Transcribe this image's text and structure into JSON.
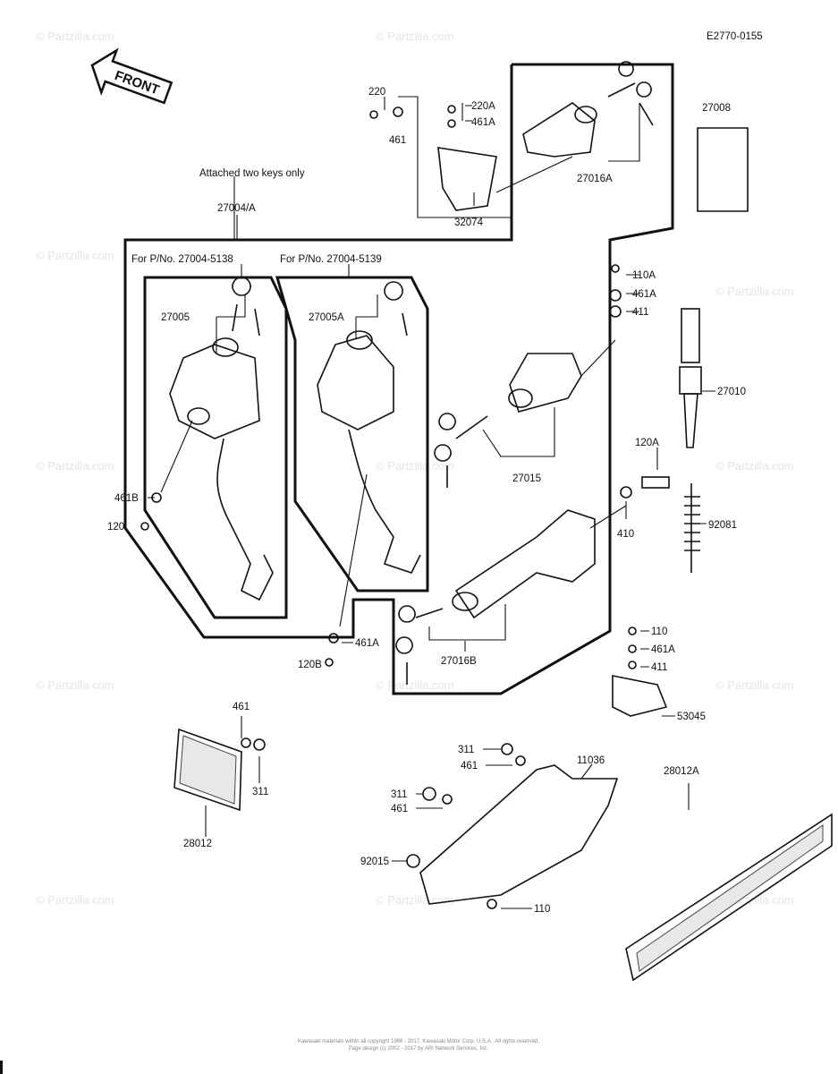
{
  "diagram_code": "E2770-0155",
  "front_label": "FRONT",
  "watermark": "© Partzilla.com",
  "notes": {
    "attached": "Attached two keys only",
    "pn_5138": "For P/No. 27004-5138",
    "pn_5139": "For P/No. 27004-5139"
  },
  "parts": {
    "p220": "220",
    "p461a_top": "461",
    "p220A": "220A",
    "p461A_top": "461A",
    "p27016A": "27016A",
    "p32074": "32074",
    "p27004A": "27004/A",
    "p27008": "27008",
    "p27005": "27005",
    "p27005A": "27005A",
    "p461B": "461B",
    "p120": "120",
    "p110A": "110A",
    "p461A_mid": "461A",
    "p411_mid": "411",
    "p27010": "27010",
    "p27015": "27015",
    "p120A": "120A",
    "p410": "410",
    "p92081": "92081",
    "p27016B": "27016B",
    "p461A_low": "461A",
    "p120B": "120B",
    "p110_low": "110",
    "p461A_br": "461A",
    "p411_br": "411",
    "p53045": "53045",
    "p461_left": "461",
    "p311_left": "311",
    "p28012": "28012",
    "p11036": "11036",
    "p311_a": "311",
    "p461_a": "461",
    "p311_b": "311",
    "p461_b": "461",
    "p28012A": "28012A",
    "p92015": "92015",
    "p110_bot": "110"
  },
  "footer": {
    "line1": "Kawasaki materials within all copyright 1986 - 2017, Kawasaki Motor Corp. U.S.A.. All rights reserved.",
    "line2": "Page design (c) 2002 - 2017 by ARI Network Services, Inc."
  }
}
